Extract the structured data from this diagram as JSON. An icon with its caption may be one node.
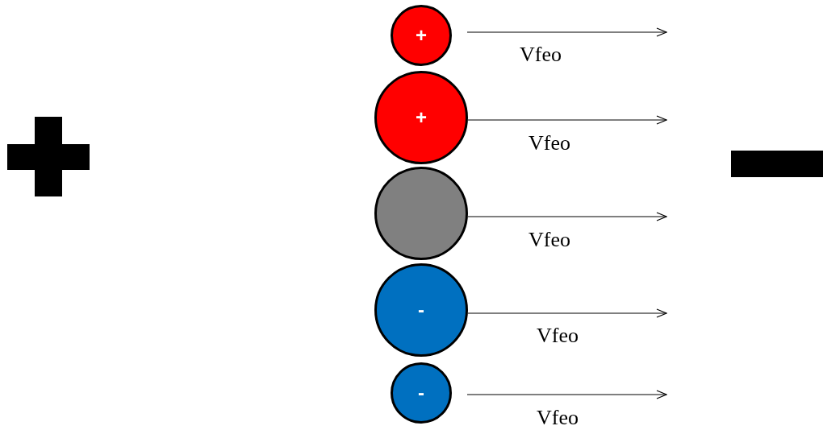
{
  "diagram": {
    "nodes": [
      {
        "text": [
          "+"
        ]
      },
      {
        "text": [
          "+"
        ]
      },
      {
        "text": [],
        "shape": "circle"
      },
      {
        "text": [
          "-"
        ]
      },
      {
        "text": [
          "-"
        ]
      }
    ],
    "labels": [
      "Vfeo",
      "Vfeo",
      "Vfeo",
      "Vfeo",
      "Vfeo"
    ]
  }
}
